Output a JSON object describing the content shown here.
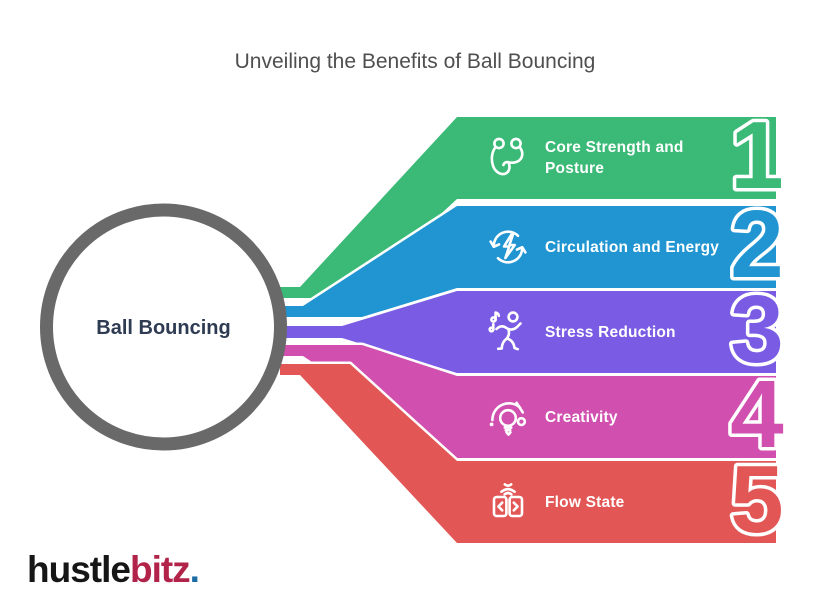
{
  "title": "Unveiling the Benefits of Ball Bouncing",
  "center": {
    "label": "Ball Bouncing"
  },
  "items": [
    {
      "number": "1",
      "label_lines": [
        "Core Strength and",
        "Posture"
      ],
      "color": "#3bba77",
      "icon": "strength-icon"
    },
    {
      "number": "2",
      "label_lines": [
        "Circulation and Energy"
      ],
      "color": "#2095d2",
      "icon": "circulation-energy-icon"
    },
    {
      "number": "3",
      "label_lines": [
        "Stress Reduction"
      ],
      "color": "#7a5ce4",
      "icon": "dancing-person-icon"
    },
    {
      "number": "4",
      "label_lines": [
        "Creativity"
      ],
      "color": "#d14fae",
      "icon": "lightbulb-idea-icon"
    },
    {
      "number": "5",
      "label_lines": [
        "Flow State"
      ],
      "color": "#e25755",
      "icon": "focus-flow-icon"
    }
  ],
  "logo": {
    "parts": [
      {
        "text": "hustle",
        "color": "#161616"
      },
      {
        "text": "bitz",
        "color": "#b2234a"
      },
      {
        "text": ".",
        "color": "#1d6ba5"
      }
    ]
  },
  "colors": {
    "background": "#ffffff",
    "circle_stroke": "#696969",
    "title_text": "#4f4f4f",
    "center_text": "#2e3b52",
    "label_text": "#ffffff"
  }
}
